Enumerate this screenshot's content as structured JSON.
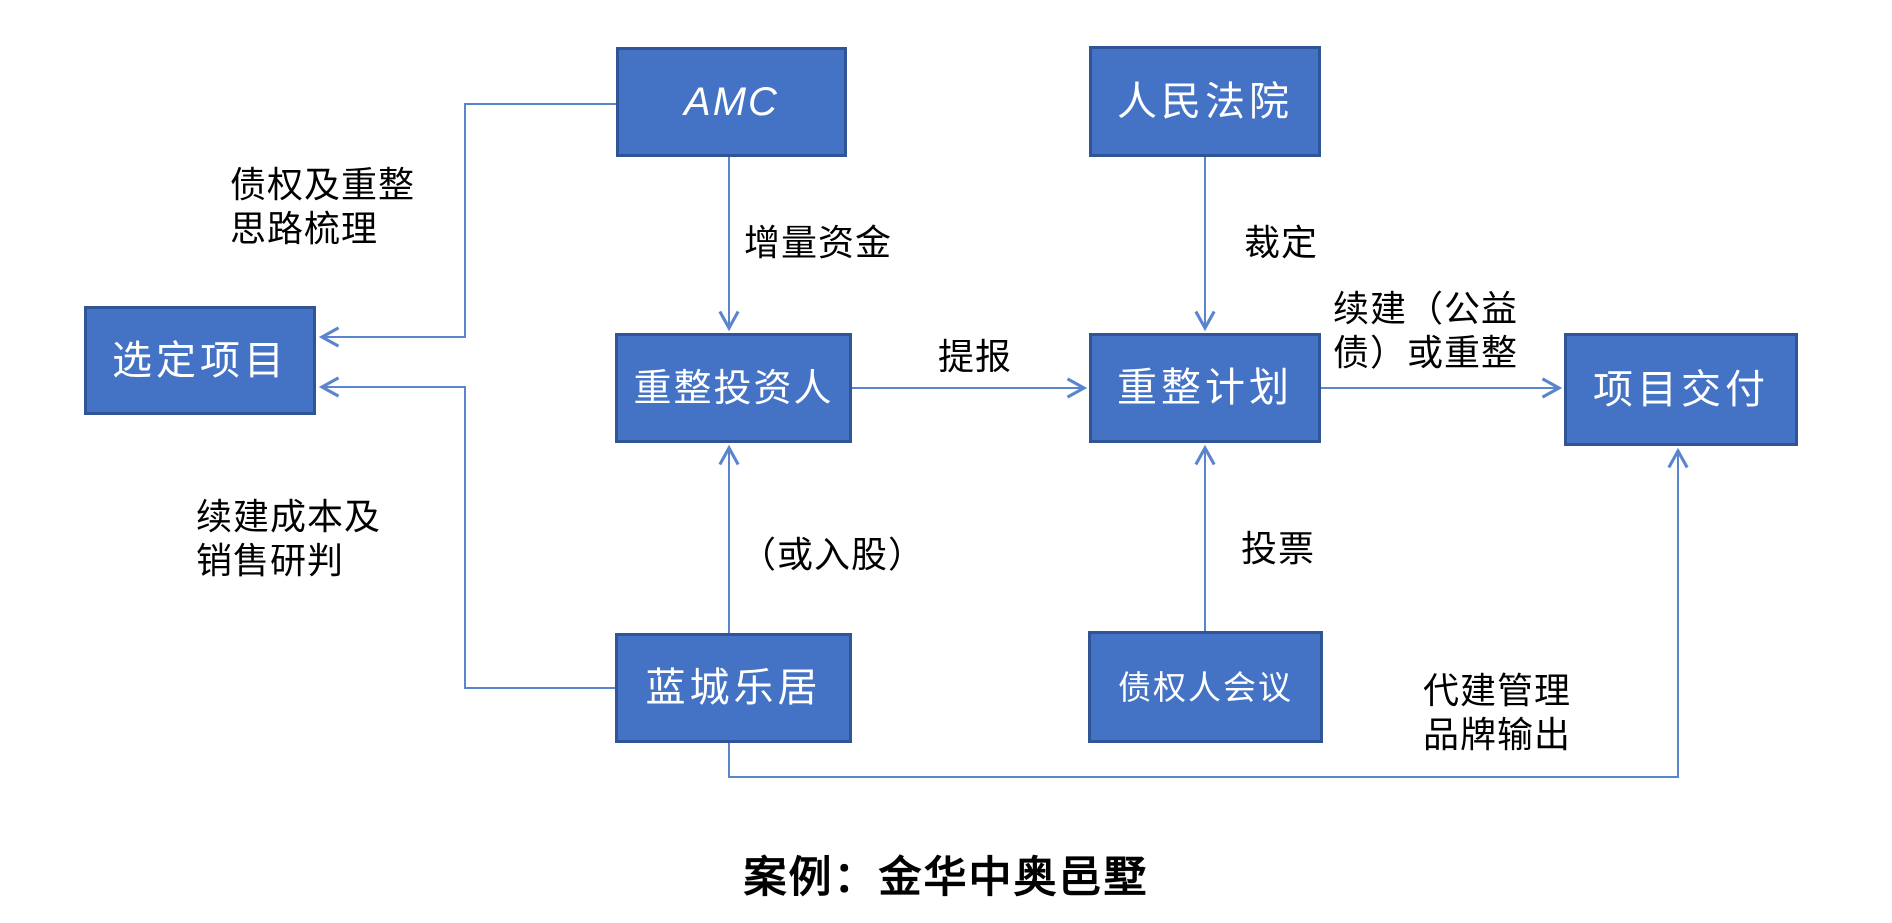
{
  "diagram": {
    "nodes": {
      "amc": {
        "label": "AMC"
      },
      "court": {
        "label": "人民法院"
      },
      "selected_project": {
        "label": "选定项目"
      },
      "investor": {
        "label": "重整投资人"
      },
      "plan": {
        "label": "重整计划"
      },
      "delivery": {
        "label": "项目交付"
      },
      "bluetown": {
        "label": "蓝城乐居"
      },
      "creditors": {
        "label": "债权人会议"
      }
    },
    "edge_labels": {
      "claims_sorting": "债权及重整\n思路梳理",
      "incremental_funds": "增量资金",
      "ruling": "裁定",
      "submission": "提报",
      "continue_or_restructure": "续建（公益\n债）或重整",
      "cost_and_sales_analysis": "续建成本及\n销售研判",
      "or_equity": "（或入股）",
      "voting": "投票",
      "agency_brand_output": "代建管理\n品牌输出"
    },
    "caption": "案例：金华中奥邑墅",
    "colors": {
      "node_fill": "#4472C4",
      "node_border": "#2F5597",
      "connector": "#5B84CE",
      "node_text": "#FFFFFF",
      "label_text": "#000000"
    }
  }
}
